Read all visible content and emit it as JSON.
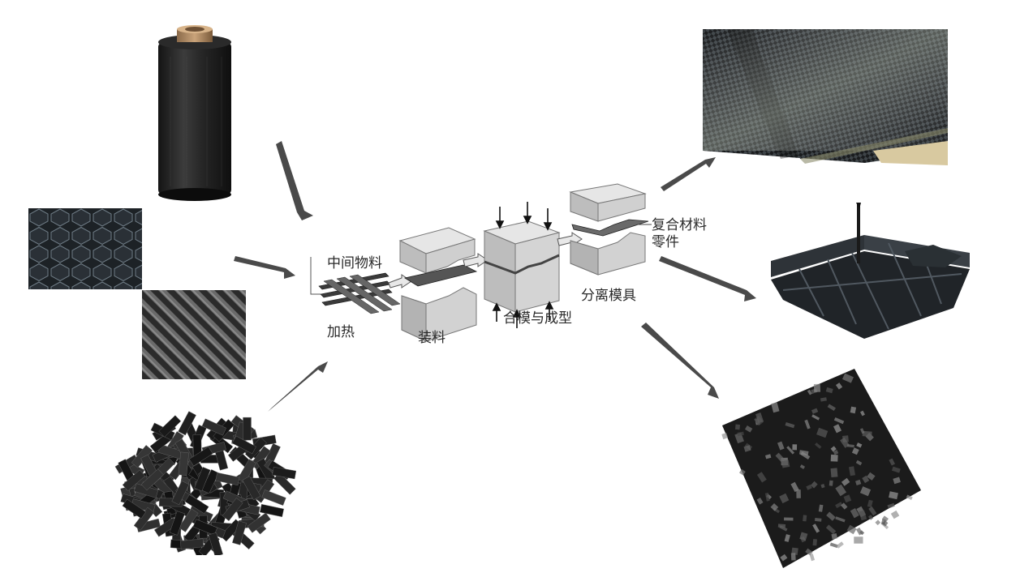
{
  "process": {
    "intermediate": "中间物料",
    "heating": "加热",
    "loading": "装料",
    "molding": "合模与成型",
    "demolding": "分离模具",
    "part_line1": "复合材料",
    "part_line2": "零件"
  },
  "colors": {
    "arrow": "#4a4a4a",
    "carbon_dark": "#1e1e1e",
    "carbon_mid": "#3a3a3a",
    "mold_light": "#d9d9d9",
    "mold_shadow": "#a8a8a8"
  }
}
